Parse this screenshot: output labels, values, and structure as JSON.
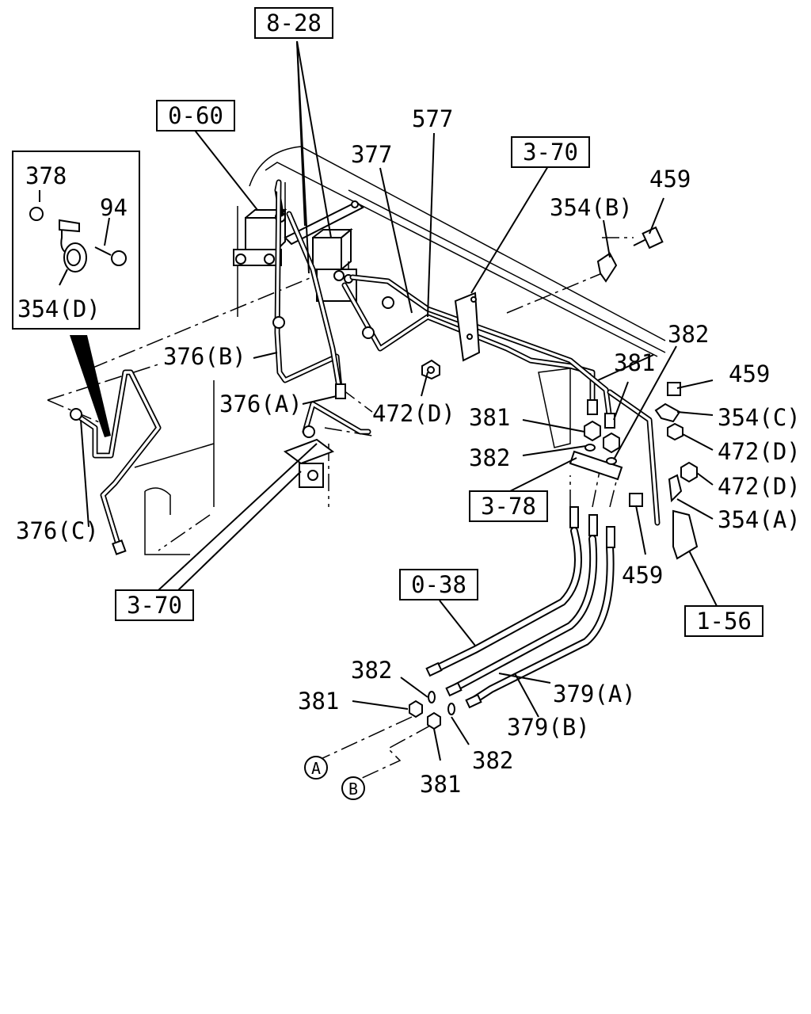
{
  "refs": {
    "r_8_28": "8-28",
    "r_0_60": "0-60",
    "r_3_70_top": "3-70",
    "r_3_70_bottom": "3-70",
    "r_3_78": "3-78",
    "r_0_38": "0-38",
    "r_1_56": "1-56"
  },
  "labels": {
    "p577": "577",
    "p377": "377",
    "p459_top": "459",
    "p354b": "354(B)",
    "p378": "378",
    "p94": "94",
    "p354d": "354(D)",
    "p376b": "376(B)",
    "p376a": "376(A)",
    "p472d_mid": "472(D)",
    "p382_top": "382",
    "p381_top": "381",
    "p459_right": "459",
    "p354c": "354(C)",
    "p381_mid": "381",
    "p472d_r1": "472(D)",
    "p382_mid": "382",
    "p472d_r2": "472(D)",
    "p354a": "354(A)",
    "p376c": "376(C)",
    "p459_bot": "459",
    "p382_low": "382",
    "p381_low": "381",
    "p379a": "379(A)",
    "p379b": "379(B)",
    "p382_bot": "382",
    "p381_bot": "381",
    "callout_a": "A",
    "callout_b": "B"
  },
  "icons": [
    "valve",
    "pipe",
    "hose",
    "clip",
    "bolt",
    "nut",
    "washer",
    "bracket"
  ]
}
